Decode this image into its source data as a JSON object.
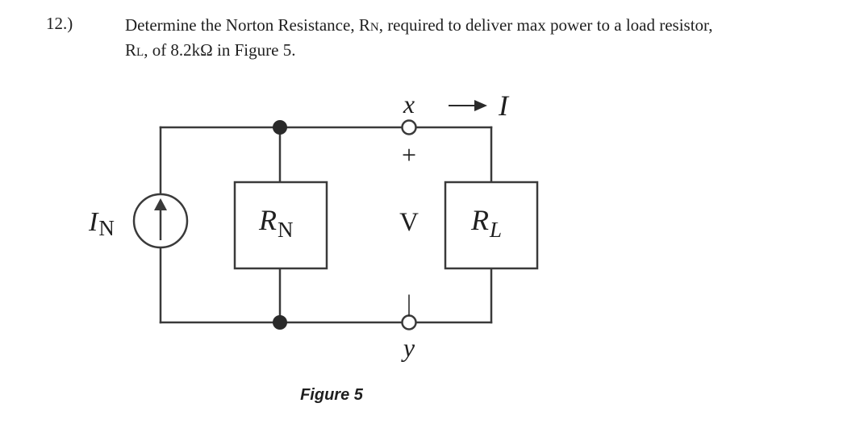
{
  "question": {
    "number": "12.)",
    "part1": "Determine the Norton Resistance, R",
    "sub1": "N",
    "part2": ", required to deliver max power to a load resistor,",
    "part3": "R",
    "sub2": "L",
    "part4": ", of 8.2kΩ in Figure 5."
  },
  "diagram": {
    "source_label_main": "I",
    "source_label_sub": "N",
    "norton_res_main": "R",
    "norton_res_sub": "N",
    "load_res_main": "R",
    "load_res_sub": "L",
    "terminal_top": "x",
    "terminal_bottom": "y",
    "current_label": "I",
    "plus_sign": "+",
    "minus_sign": "|",
    "voltage_label": "V",
    "caption": "Figure 5"
  }
}
